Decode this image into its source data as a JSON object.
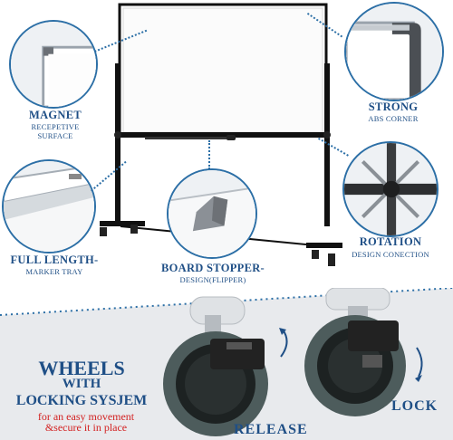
{
  "features": {
    "magnet": {
      "title": "MAGNET",
      "sub_line1": "RECEPETIVE",
      "sub_line2": "SURFACE"
    },
    "strong": {
      "title": "STRONG",
      "sub": "ABS CORNER"
    },
    "full_length": {
      "title": "FULL LENGTH-",
      "sub": "MARKER TRAY"
    },
    "board_stopper": {
      "title": "BOARD STOPPER-",
      "sub": "DESIGN(FLIPPER)"
    },
    "rotation": {
      "title": "ROTATION",
      "sub": "DESIGN CONECTION"
    }
  },
  "wheels": {
    "title_line1": "WHEELS",
    "title_line2": "WITH",
    "title_line3": "LOCKING SYSJEM",
    "note_line1": "for an easy movement",
    "note_line2": "&secure it in place",
    "release_label": "RELEASE",
    "lock_label": "LOCK"
  },
  "colors": {
    "accent": "#1f4f86",
    "dotted_line": "#2c6fa6",
    "note_red": "#d32222",
    "frame": "#111111",
    "wheel_tread": "#4d5c5c"
  }
}
